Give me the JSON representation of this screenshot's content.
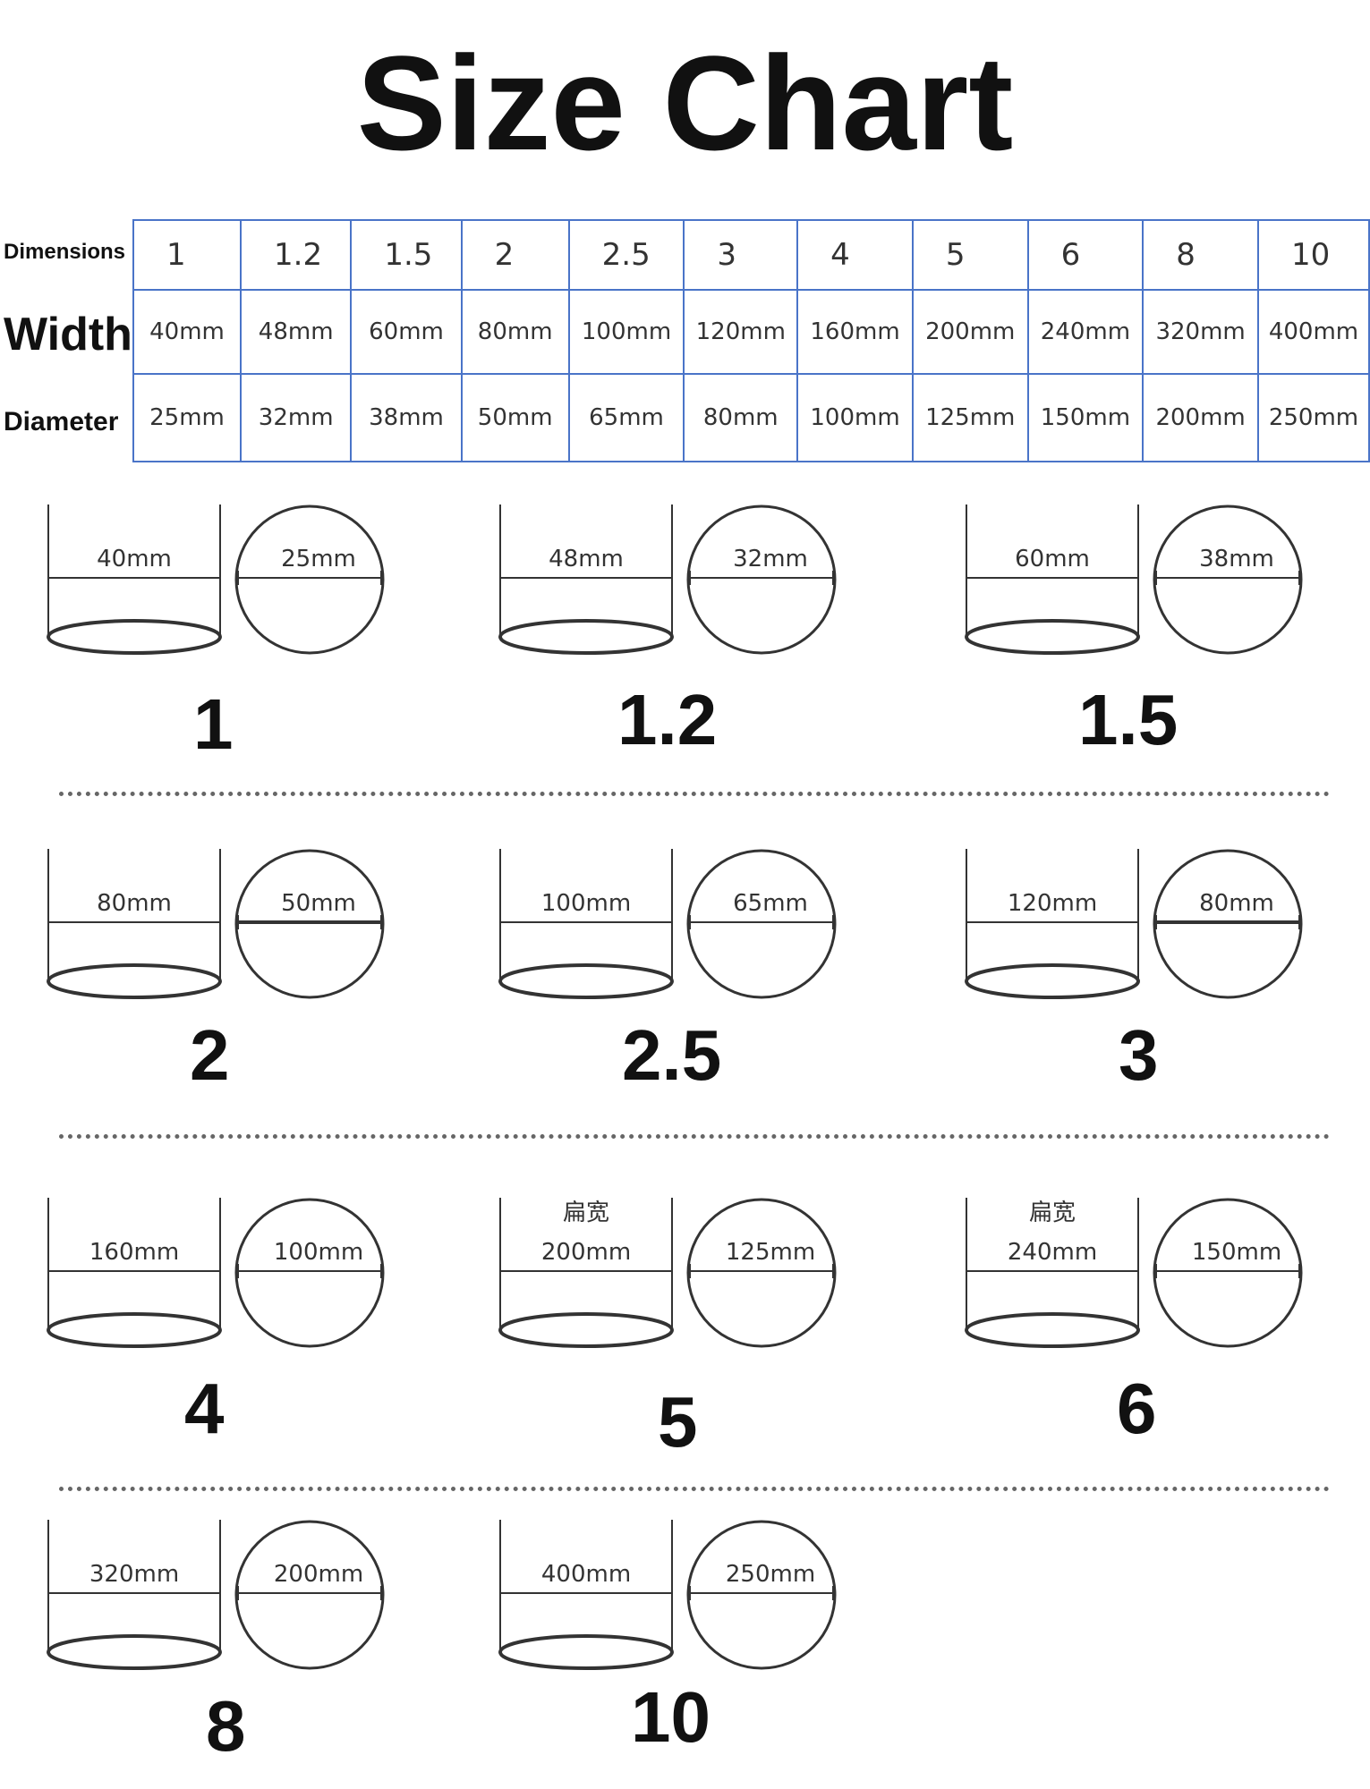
{
  "title": "Size Chart",
  "table": {
    "row_labels": {
      "dimensions": "Dimensions",
      "width": "Width",
      "diameter": "Diameter"
    },
    "sizes": [
      "1",
      "1.2",
      "1.5",
      "2",
      "2.5",
      "3",
      "4",
      "5",
      "6",
      "8",
      "10"
    ],
    "widths": [
      "40mm",
      "48mm",
      "60mm",
      "80mm",
      "100mm",
      "120mm",
      "160mm",
      "200mm",
      "240mm",
      "320mm",
      "400mm"
    ],
    "diameters": [
      "25mm",
      "32mm",
      "38mm",
      "50mm",
      "65mm",
      "80mm",
      "100mm",
      "125mm",
      "150mm",
      "200mm",
      "250mm"
    ]
  },
  "items": [
    {
      "size": "1",
      "width": "40mm",
      "diameter": "25mm"
    },
    {
      "size": "1.2",
      "width": "48mm",
      "diameter": "32mm"
    },
    {
      "size": "1.5",
      "width": "60mm",
      "diameter": "38mm"
    },
    {
      "size": "2",
      "width": "80mm",
      "diameter": "50mm"
    },
    {
      "size": "2.5",
      "width": "100mm",
      "diameter": "65mm"
    },
    {
      "size": "3",
      "width": "120mm",
      "diameter": "80mm"
    },
    {
      "size": "4",
      "width": "160mm",
      "diameter": "100mm"
    },
    {
      "size": "5",
      "width": "200mm",
      "diameter": "125mm",
      "note": "扁宽"
    },
    {
      "size": "6",
      "width": "240mm",
      "diameter": "150mm",
      "note": "扁宽"
    },
    {
      "size": "8",
      "width": "320mm",
      "diameter": "200mm"
    },
    {
      "size": "10",
      "width": "400mm",
      "diameter": "250mm"
    }
  ]
}
